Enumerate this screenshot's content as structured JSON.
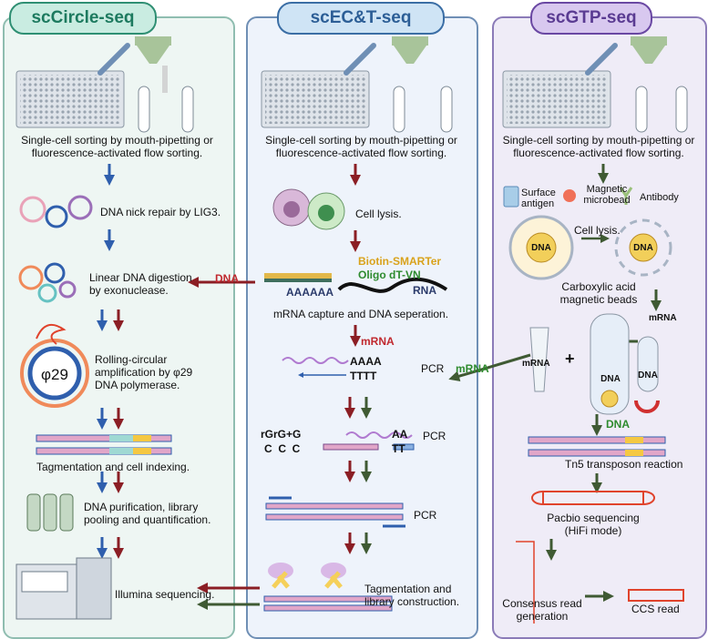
{
  "titles": {
    "sccircle": "scCircle-seq",
    "scect": "scEC&T-seq",
    "scgtp": "scGTP-seq"
  },
  "left": {
    "sorting": "Single-cell sorting by mouth-pipetting or fluorescence-activated flow sorting.",
    "nick_repair": "DNA nick repair by LIG3.",
    "digestion": "Linear DNA digestion by exonuclease.",
    "phi_symbol": "φ29",
    "rca": "Rolling-circular amplification by φ29 DNA polymerase.",
    "tagmentation": "Tagmentation and cell indexing.",
    "purification": "DNA purification, library pooling and quantification.",
    "sequencing": "Illumina sequencing."
  },
  "middle": {
    "sorting": "Single-cell sorting by mouth-pipetting or fluorescence-activated flow sorting.",
    "lysis": "Cell lysis.",
    "biotin": "Biotin-SMARTer",
    "oligo": "Oligo dT-VN",
    "polyA": "AAAAAA",
    "rna": "RNA",
    "capture": "mRNA capture and DNA seperation.",
    "mrna_tag": "mRNA",
    "aaaa": "AAAA",
    "tttt": "TTTT",
    "pcr1": "PCR",
    "rgrg": "rGrG+G",
    "ccc": "C  C  C",
    "aa": "AA",
    "tt": "TT",
    "pcr2": "PCR",
    "pcr3": "PCR",
    "library": "Tagmentation and library construction."
  },
  "right": {
    "sorting": "Single-cell sorting by mouth-pipetting or fluorescence-activated flow sorting.",
    "surface_antigen": "Surface antigen",
    "magnetic_microbead": "Magnetic microbead",
    "antibody": "Antibody",
    "dna_cell1": "DNA",
    "dna_cell2": "DNA",
    "lysis": "Cell lysis.",
    "carboxylic": "Carboxylic acid magnetic beads",
    "mrna_tube": "mRNA",
    "mrna_tube2": "mRNA",
    "dna_tube": "DNA",
    "dna_tube2": "DNA",
    "plus": "+",
    "dna_tag": "DNA",
    "tn5": "Tn5 transposon reaction",
    "pacbio": "Pacbio sequencing (HiFi mode)",
    "consensus": "Consensus read generation",
    "ccs": "CCS read"
  },
  "transfer": {
    "dna": "DNA",
    "mrna": "mRNA"
  },
  "colors": {
    "blue": "#2f5fad",
    "red": "#8b1e24",
    "green": "#3f5a33",
    "orange": "#f08a5a",
    "dna_green": "#2e8b2e",
    "mrna_red": "#c0282e"
  }
}
